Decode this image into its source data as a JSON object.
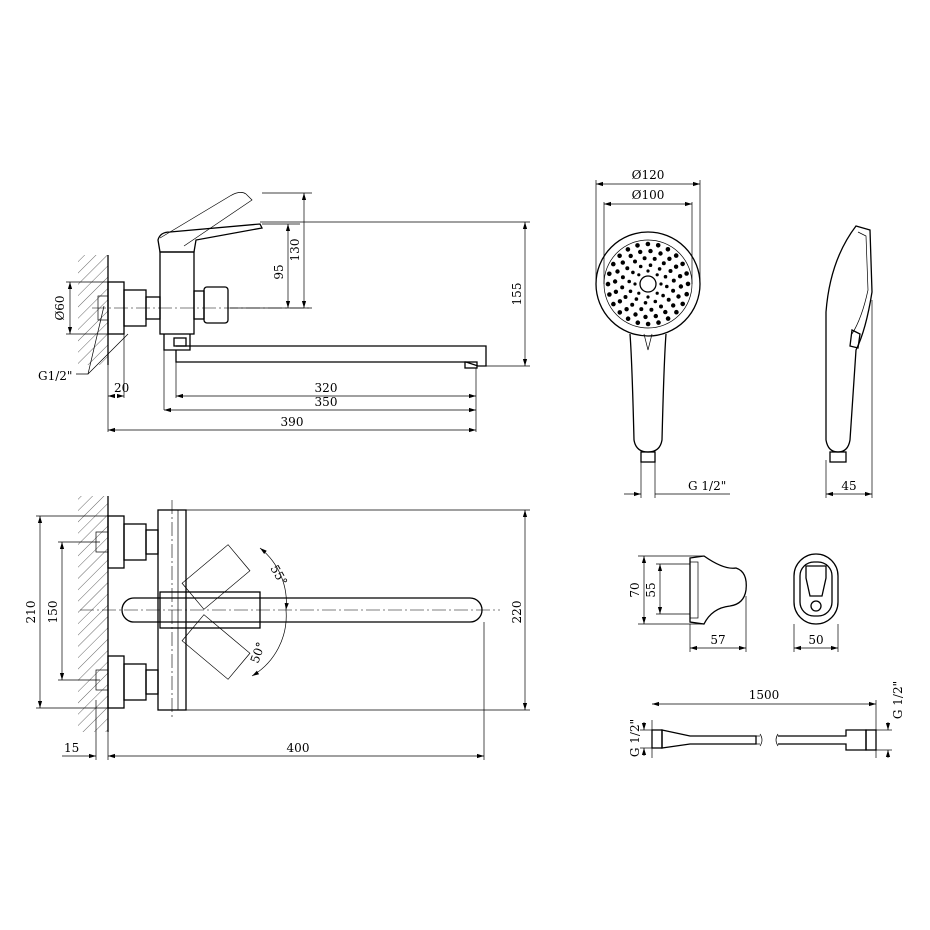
{
  "side_view": {
    "d_flange": "Ø60",
    "h_lever": "95",
    "h_lever_max": "130",
    "h_total": "155",
    "thread": "G1/2\"",
    "wall_offset": "20",
    "spout_320": "320",
    "spout_350": "350",
    "overall_390": "390"
  },
  "top_view": {
    "h_210": "210",
    "h_150": "150",
    "w_220": "220",
    "wall_15": "15",
    "len_400": "400",
    "angle_55": "55°",
    "angle_50": "50°"
  },
  "shower_head": {
    "d_outer": "Ø120",
    "d_inner": "Ø100",
    "thread": "G 1/2\"",
    "depth": "45"
  },
  "holder": {
    "h_70": "70",
    "h_55": "55",
    "w_57": "57",
    "w_50": "50"
  },
  "hose": {
    "length": "1500",
    "thread_left": "G 1/2\"",
    "thread_right": "G 1/2\""
  }
}
